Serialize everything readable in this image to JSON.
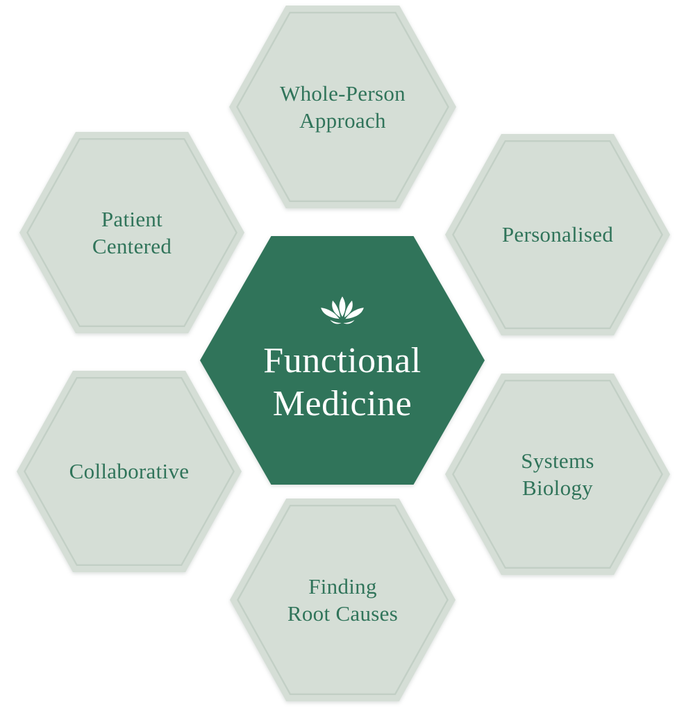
{
  "colors": {
    "hex_fill": "#d5ded6",
    "hex_inset_stroke": "#c2cfc5",
    "center_fill": "#30745a",
    "label_color": "#30745a",
    "center_text_color": "#ffffff",
    "page_bg": "#ffffff"
  },
  "center": {
    "label": "Functional\nMedicine",
    "icon": "lotus-icon"
  },
  "hexagons": [
    {
      "id": "whole-person-approach",
      "label": "Whole-Person\nApproach",
      "position": "top"
    },
    {
      "id": "personalised",
      "label": "Personalised",
      "position": "top-right"
    },
    {
      "id": "systems-biology",
      "label": "Systems\nBiology",
      "position": "bottom-right"
    },
    {
      "id": "finding-root-causes",
      "label": "Finding\nRoot Causes",
      "position": "bottom"
    },
    {
      "id": "collaborative",
      "label": "Collaborative",
      "position": "bottom-left"
    },
    {
      "id": "patient-centered",
      "label": "Patient\nCentered",
      "position": "top-left"
    }
  ]
}
